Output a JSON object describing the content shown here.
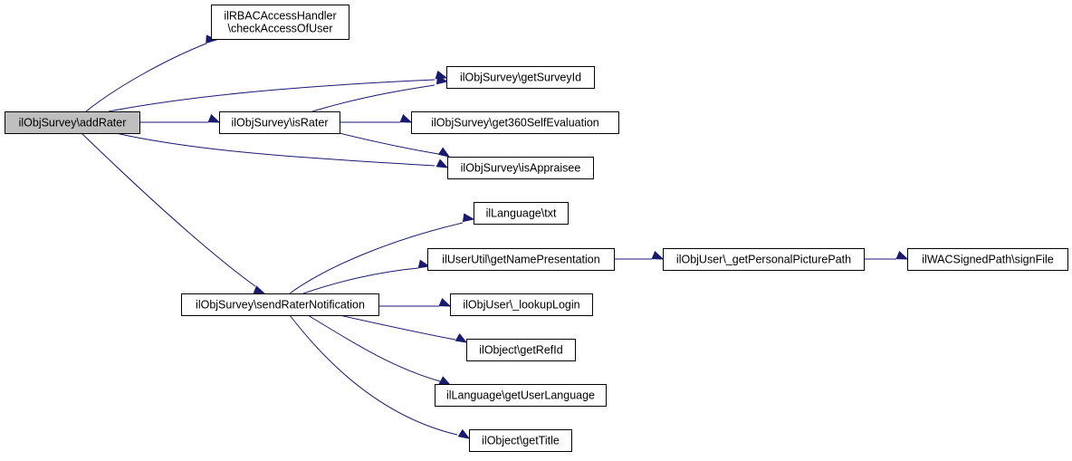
{
  "colors": {
    "edge": "#191970",
    "node_fill": "#ffffff",
    "root_fill": "#bfbfbf",
    "node_border": "#000000"
  },
  "nodes": [
    {
      "id": "addRater",
      "lines": [
        "ilObjSurvey\\addRater"
      ],
      "root": true
    },
    {
      "id": "checkAccessOfUser",
      "lines": [
        "ilRBACAccessHandler",
        "\\checkAccessOfUser"
      ]
    },
    {
      "id": "getSurveyId",
      "lines": [
        "ilObjSurvey\\getSurveyId"
      ]
    },
    {
      "id": "isRater",
      "lines": [
        "ilObjSurvey\\isRater"
      ]
    },
    {
      "id": "get360SelfEvaluation",
      "lines": [
        "ilObjSurvey\\get360SelfEvaluation"
      ]
    },
    {
      "id": "isAppraisee",
      "lines": [
        "ilObjSurvey\\isAppraisee"
      ]
    },
    {
      "id": "langTxt",
      "lines": [
        "ilLanguage\\txt"
      ]
    },
    {
      "id": "getNamePresentation",
      "lines": [
        "ilUserUtil\\getNamePresentation"
      ]
    },
    {
      "id": "getPersonalPicturePath",
      "lines": [
        "ilObjUser\\_getPersonalPicturePath"
      ]
    },
    {
      "id": "signFile",
      "lines": [
        "ilWACSignedPath\\signFile"
      ]
    },
    {
      "id": "sendRaterNotification",
      "lines": [
        "ilObjSurvey\\sendRaterNotification"
      ]
    },
    {
      "id": "lookupLogin",
      "lines": [
        "ilObjUser\\_lookupLogin"
      ]
    },
    {
      "id": "getRefId",
      "lines": [
        "ilObject\\getRefId"
      ]
    },
    {
      "id": "getUserLanguage",
      "lines": [
        "ilLanguage\\getUserLanguage"
      ]
    },
    {
      "id": "getTitle",
      "lines": [
        "ilObject\\getTitle"
      ]
    }
  ],
  "edges": [
    {
      "from": "addRater",
      "to": "checkAccessOfUser"
    },
    {
      "from": "addRater",
      "to": "getSurveyId"
    },
    {
      "from": "addRater",
      "to": "isRater"
    },
    {
      "from": "addRater",
      "to": "isAppraisee"
    },
    {
      "from": "addRater",
      "to": "sendRaterNotification"
    },
    {
      "from": "isRater",
      "to": "getSurveyId"
    },
    {
      "from": "isRater",
      "to": "get360SelfEvaluation"
    },
    {
      "from": "isRater",
      "to": "isAppraisee"
    },
    {
      "from": "sendRaterNotification",
      "to": "langTxt"
    },
    {
      "from": "sendRaterNotification",
      "to": "getNamePresentation"
    },
    {
      "from": "sendRaterNotification",
      "to": "lookupLogin"
    },
    {
      "from": "sendRaterNotification",
      "to": "getRefId"
    },
    {
      "from": "sendRaterNotification",
      "to": "getUserLanguage"
    },
    {
      "from": "sendRaterNotification",
      "to": "getTitle"
    },
    {
      "from": "getNamePresentation",
      "to": "getPersonalPicturePath"
    },
    {
      "from": "getPersonalPicturePath",
      "to": "signFile"
    }
  ]
}
